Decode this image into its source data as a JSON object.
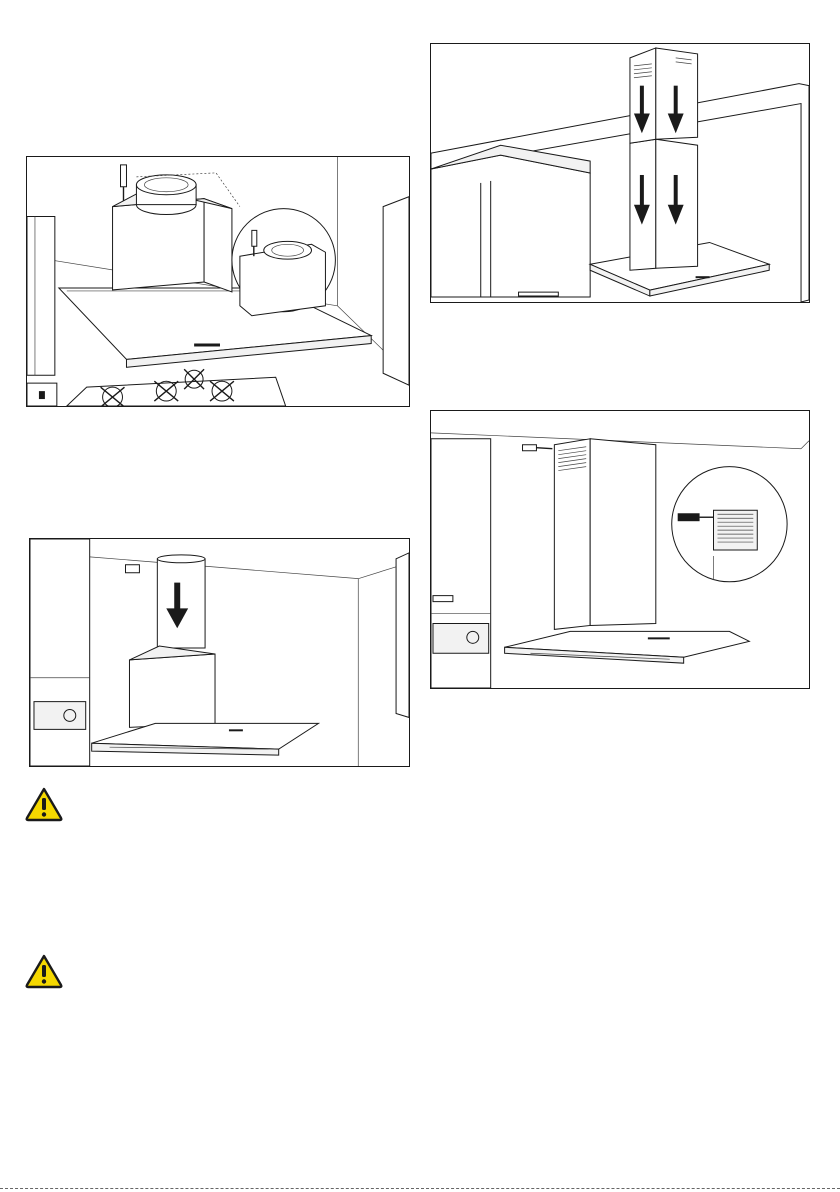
{
  "page": {
    "background": "#ffffff",
    "line_color": "#1a1a1a",
    "warning_yellow": "#f5d800"
  },
  "figures": [
    {
      "id": "fig1",
      "illustration": "mount-hood-body-screw-detail"
    },
    {
      "id": "fig2",
      "illustration": "chimney-covers-slide-down"
    },
    {
      "id": "fig3",
      "illustration": "chimney-insert-arrow"
    },
    {
      "id": "fig4",
      "illustration": "chimney-screw-fix-detail"
    }
  ],
  "warnings": [
    {
      "icon": "warning-triangle-icon"
    },
    {
      "icon": "warning-triangle-icon"
    }
  ]
}
